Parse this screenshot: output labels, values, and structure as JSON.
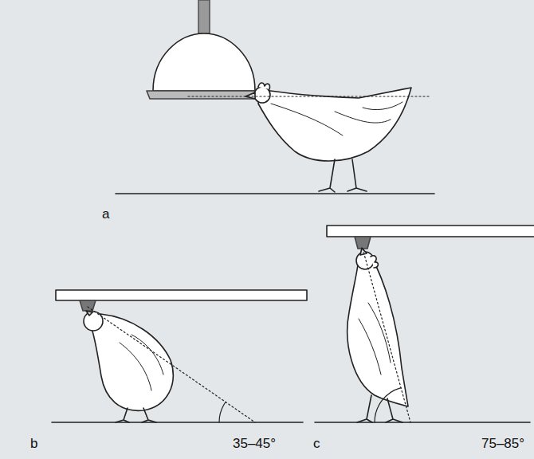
{
  "diagram": {
    "labels": [
      "a",
      "b",
      "35–45°",
      "c",
      "75–85°"
    ]
  }
}
